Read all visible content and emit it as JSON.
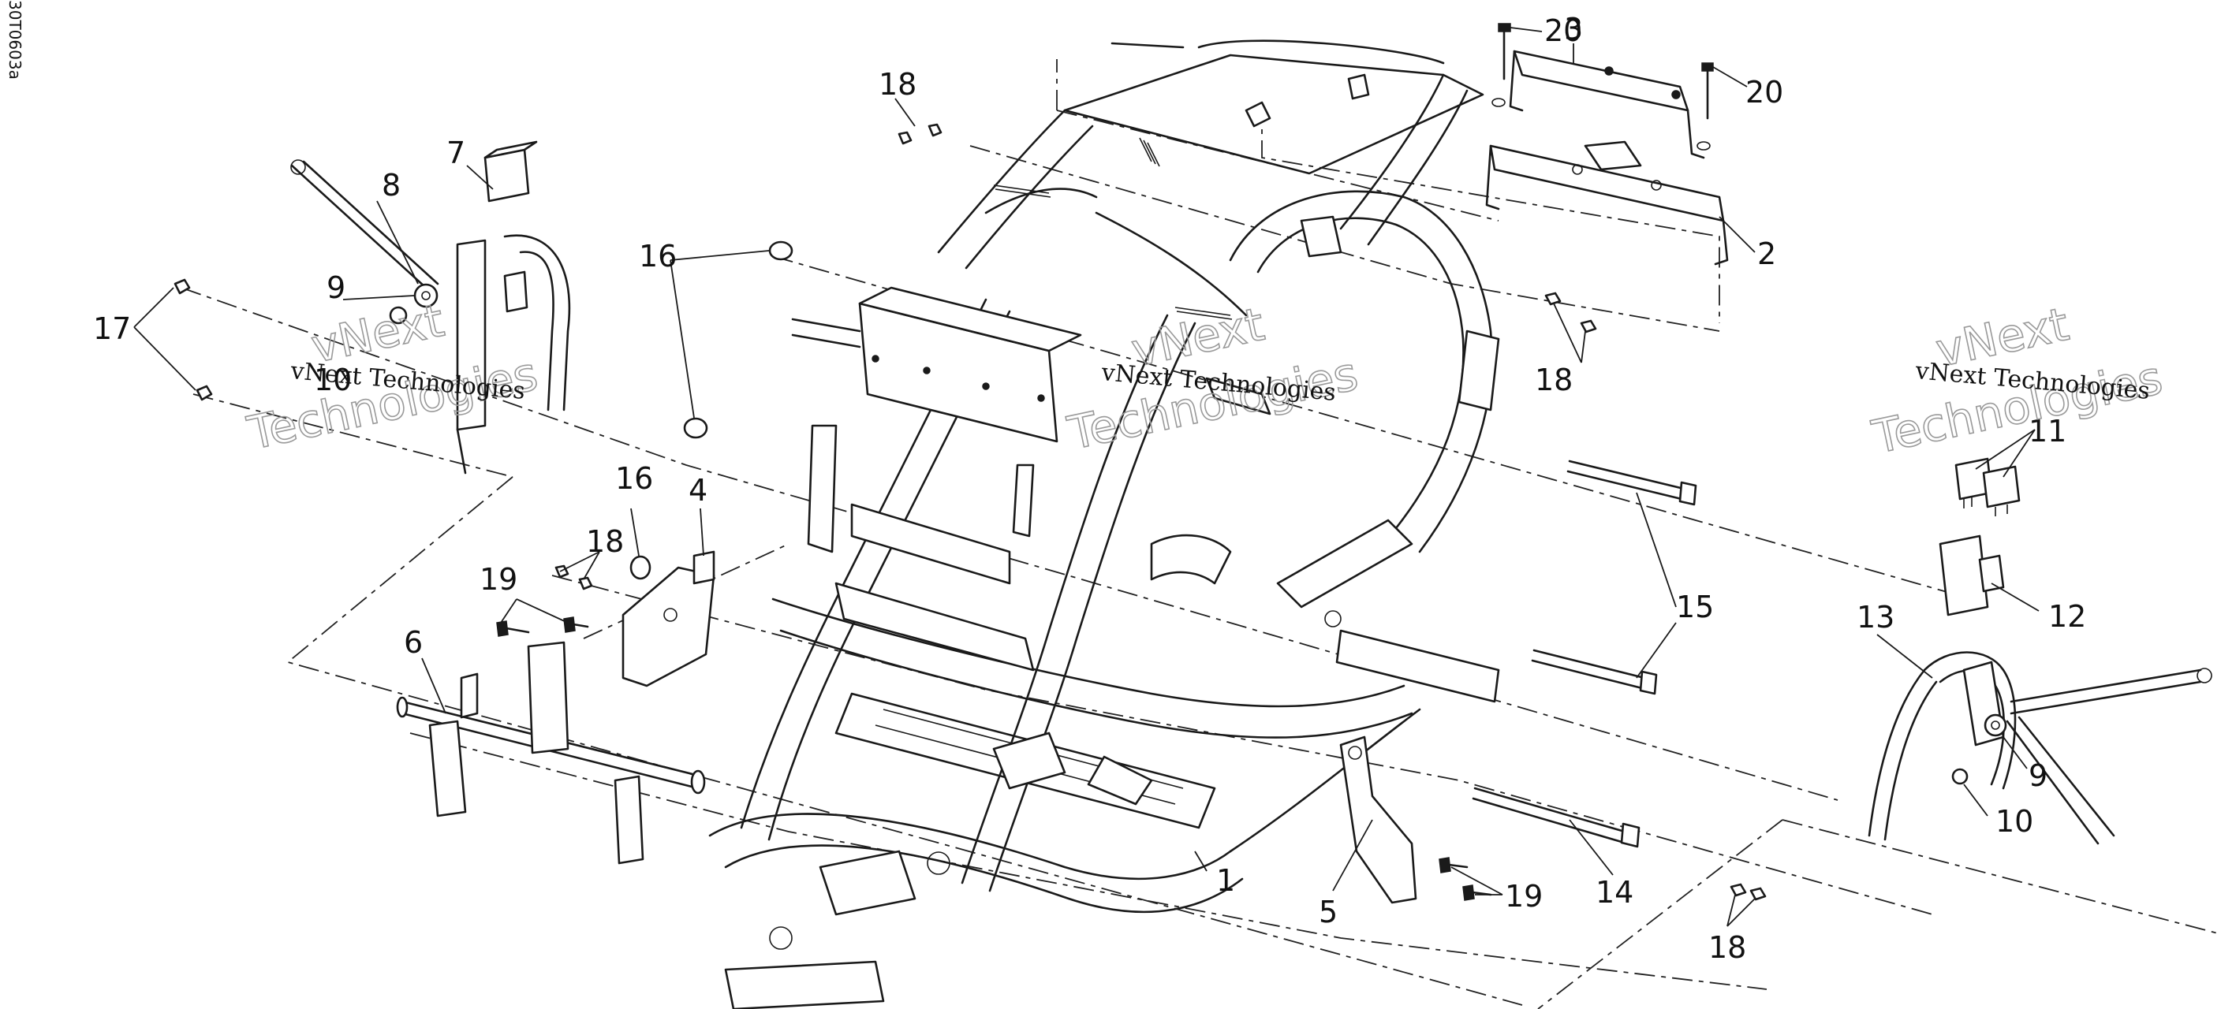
{
  "document_id": "30T0603a",
  "watermark": {
    "small": "vNext Technologies",
    "line1": "vNext",
    "line2": "Technologies"
  },
  "callouts": [
    {
      "id": "c1",
      "label": "1"
    },
    {
      "id": "c2",
      "label": "2"
    },
    {
      "id": "c3",
      "label": "3"
    },
    {
      "id": "c4",
      "label": "4"
    },
    {
      "id": "c5",
      "label": "5"
    },
    {
      "id": "c6",
      "label": "6"
    },
    {
      "id": "c7",
      "label": "7"
    },
    {
      "id": "c8",
      "label": "8"
    },
    {
      "id": "c9a",
      "label": "9"
    },
    {
      "id": "c9b",
      "label": "9"
    },
    {
      "id": "c10a",
      "label": "10"
    },
    {
      "id": "c10b",
      "label": "10"
    },
    {
      "id": "c11",
      "label": "11"
    },
    {
      "id": "c12",
      "label": "12"
    },
    {
      "id": "c13",
      "label": "13"
    },
    {
      "id": "c14",
      "label": "14"
    },
    {
      "id": "c15",
      "label": "15"
    },
    {
      "id": "c16a",
      "label": "16"
    },
    {
      "id": "c16b",
      "label": "16"
    },
    {
      "id": "c17",
      "label": "17"
    },
    {
      "id": "c18a",
      "label": "18"
    },
    {
      "id": "c18b",
      "label": "18"
    },
    {
      "id": "c18c",
      "label": "18"
    },
    {
      "id": "c18d",
      "label": "18"
    },
    {
      "id": "c19a",
      "label": "19"
    },
    {
      "id": "c19b",
      "label": "19"
    },
    {
      "id": "c20a",
      "label": "20"
    },
    {
      "id": "c20b",
      "label": "20"
    }
  ]
}
